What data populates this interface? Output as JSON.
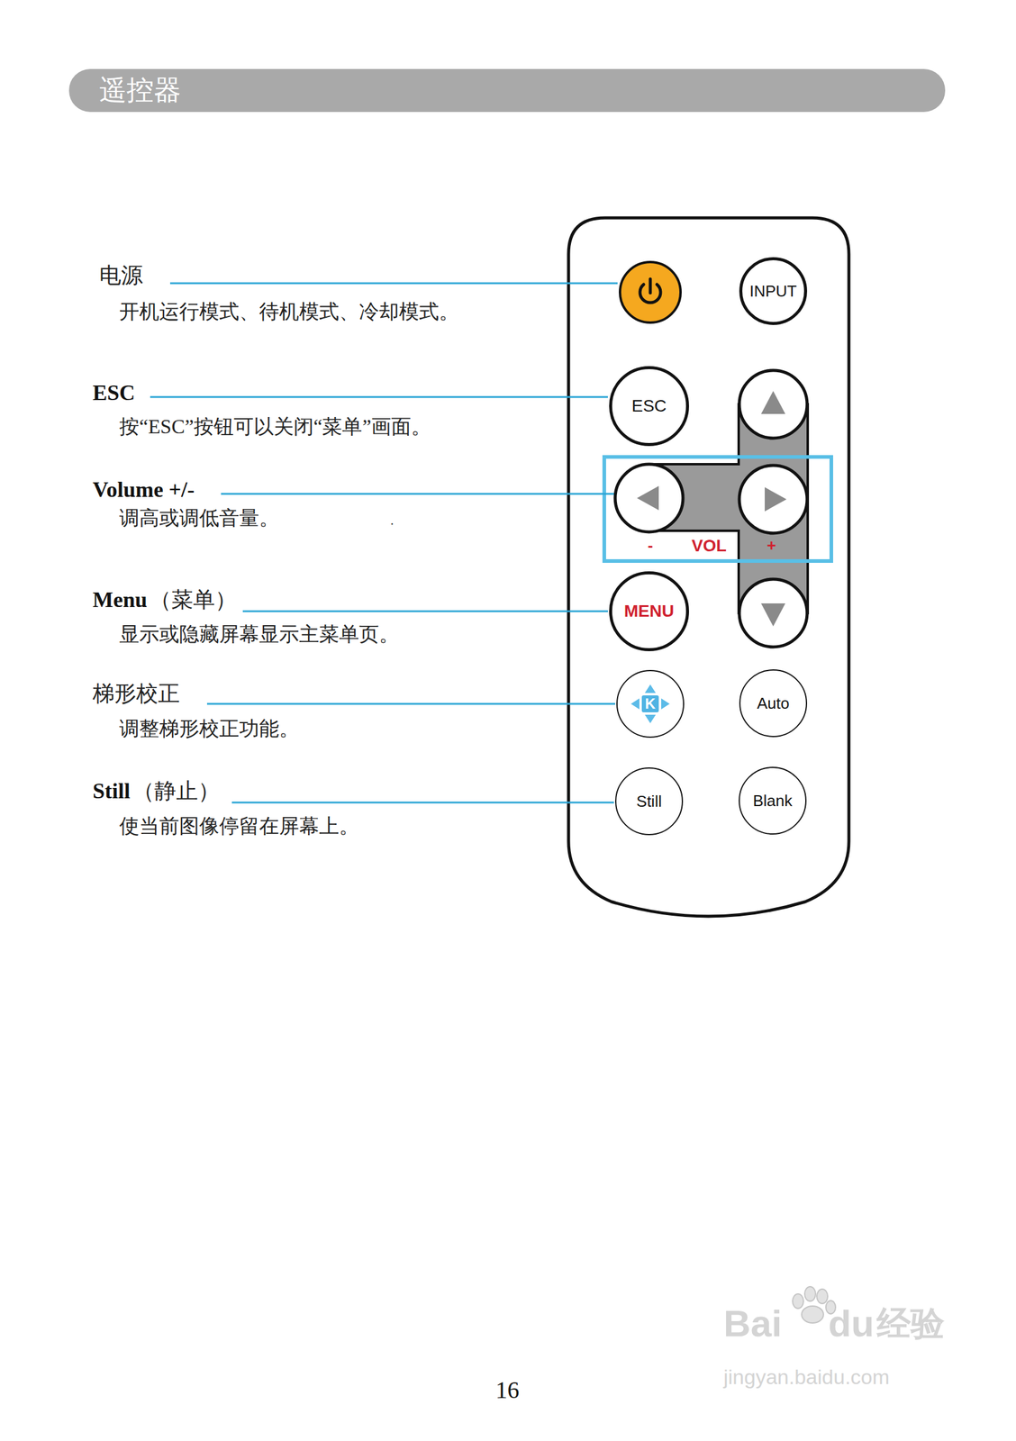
{
  "diagram": {
    "title": "遥控器",
    "nodes": [
      {
        "text": [
          "INPUT"
        ]
      },
      {
        "text": [
          "ESC"
        ]
      },
      {
        "text": [
          "MENU"
        ]
      },
      {
        "text": [
          "K"
        ]
      },
      {
        "text": [
          "Auto"
        ]
      },
      {
        "text": [
          "Still"
        ]
      },
      {
        "text": [
          "Blank"
        ]
      }
    ],
    "labels": [
      "电源",
      "开机运行模式、待机模式、冷却模式。",
      "ESC",
      "按“ESC”按钮可以关闭“菜单”画面。",
      "Volume +/-",
      "调高或调低音量。",
      ".",
      "-",
      "VOL",
      "+",
      "Menu",
      "（菜单）",
      "显示或隐藏屏幕显示主菜单页。",
      "梯形校正",
      "调整梯形校正功能。",
      "Still",
      "（静止）",
      "使当前图像停留在屏幕上。",
      "16",
      "Bai",
      "du",
      "经验",
      "jingyan.baidu.com"
    ]
  }
}
